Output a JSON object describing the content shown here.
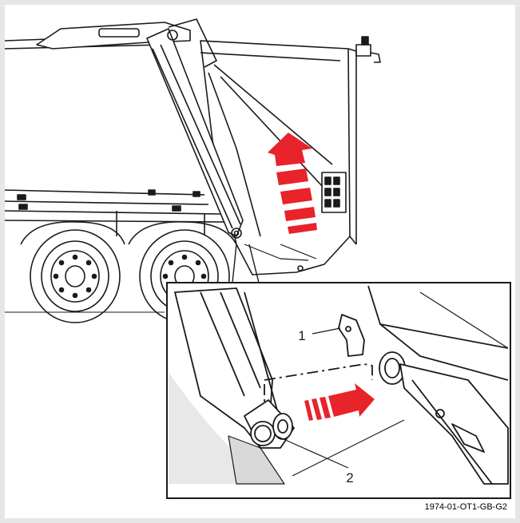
{
  "callouts": {
    "label_1": "1",
    "label_2": "2"
  },
  "caption": {
    "code": "1974-01-OT1-GB-G2"
  },
  "colors": {
    "arrow": "#e8232a",
    "line": "#1a1a1a",
    "shade": "#d9d9d9",
    "background": "#e6e6e6"
  },
  "icons": {
    "large_arrow": "red-up-arrow-icon",
    "small_arrow": "red-right-arrow-icon"
  }
}
